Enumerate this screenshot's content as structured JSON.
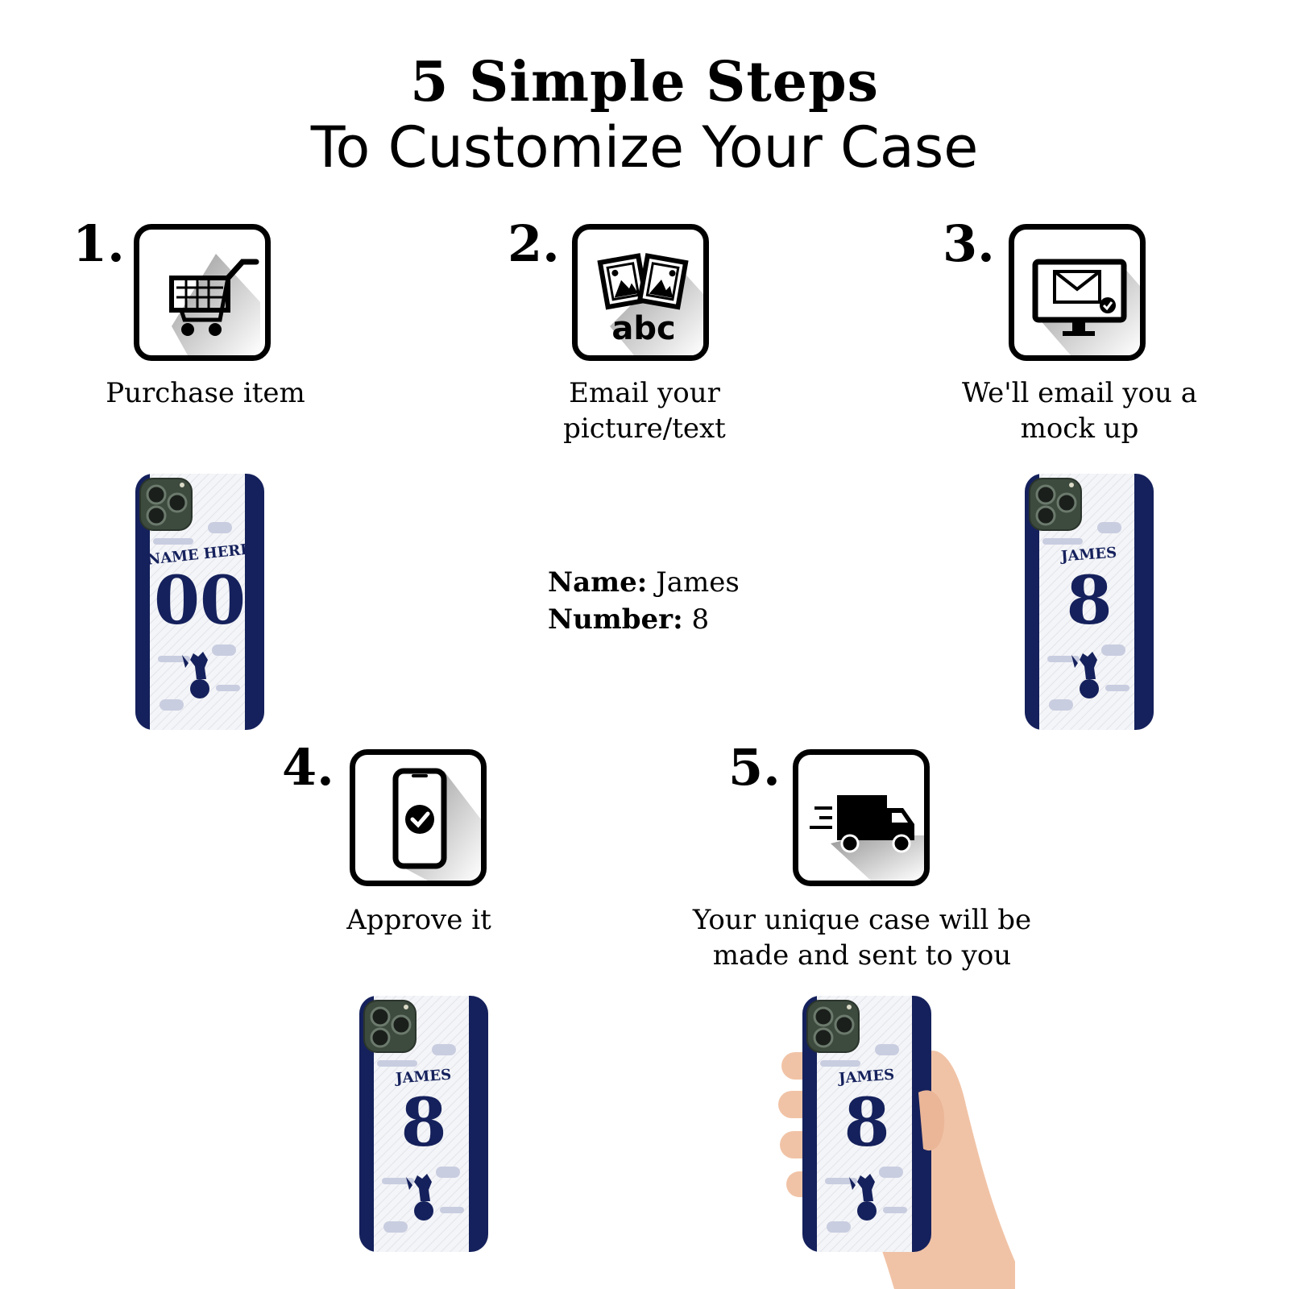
{
  "header": {
    "title": "5 Simple Steps",
    "subtitle": "To Customize Your Case"
  },
  "steps": [
    {
      "number": "1.",
      "caption": "Purchase item",
      "icon": "shopping-cart-icon"
    },
    {
      "number": "2.",
      "caption_lines": [
        "Email your",
        "picture/text"
      ],
      "icon": "photo-text-icon",
      "icon_text": "abc"
    },
    {
      "number": "3.",
      "caption_lines": [
        "We'll email you a",
        "mock up"
      ],
      "icon": "email-monitor-icon"
    },
    {
      "number": "4.",
      "caption": "Approve it",
      "icon": "phone-check-icon"
    },
    {
      "number": "5.",
      "caption_lines": [
        "Your unique case will be",
        "made and sent to you"
      ],
      "icon": "delivery-truck-icon"
    }
  ],
  "customization": {
    "name_label": "Name:",
    "name_value": " James",
    "number_label": "Number:",
    "number_value": " 8"
  },
  "phones": {
    "template": {
      "name": "NAME HERE",
      "number": "00"
    },
    "mockup": {
      "name": "JAMES",
      "number": "8"
    },
    "approved": {
      "name": "JAMES",
      "number": "8"
    },
    "delivered": {
      "name": "JAMES",
      "number": "8"
    }
  },
  "colors": {
    "navy": "#15215c",
    "case_white": "#f4f5f8",
    "camera_green": "#3d4a3e",
    "skin": "#f1c3a6"
  }
}
